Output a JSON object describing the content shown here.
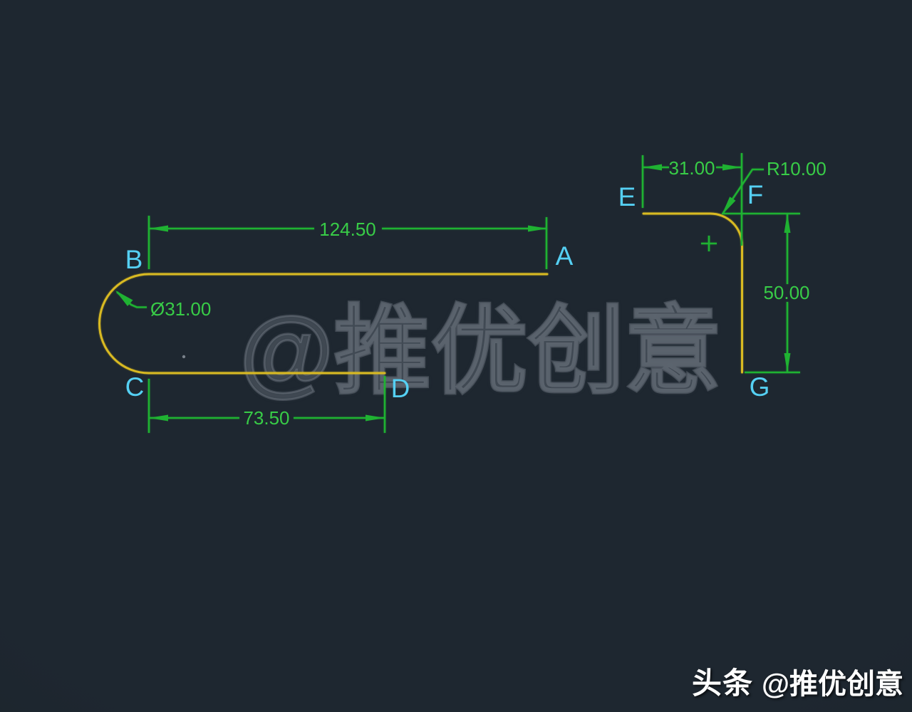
{
  "colors": {
    "background": "#1e2730",
    "background-edge": "#161e26",
    "geometry": "#d9ba22",
    "dimension": "#1fb232",
    "dimension-text": "#38cc47",
    "label": "#55d0f3",
    "watermark": "rgba(145,155,165,0.20)",
    "footer-text": "#ffffff"
  },
  "left_figure": {
    "label_a": "A",
    "label_b": "B",
    "label_c": "C",
    "label_d": "D",
    "dim_top": "124.50",
    "dim_bottom": "73.50",
    "dim_diameter": "Ø31.00"
  },
  "right_figure": {
    "label_e": "E",
    "label_f": "F",
    "label_g": "G",
    "dim_top": "31.00",
    "dim_radius": "R10.00",
    "dim_right": "50.00"
  },
  "watermark": {
    "text": "@推优创意"
  },
  "footer": {
    "brand": "头条",
    "handle": "@推优创意"
  }
}
